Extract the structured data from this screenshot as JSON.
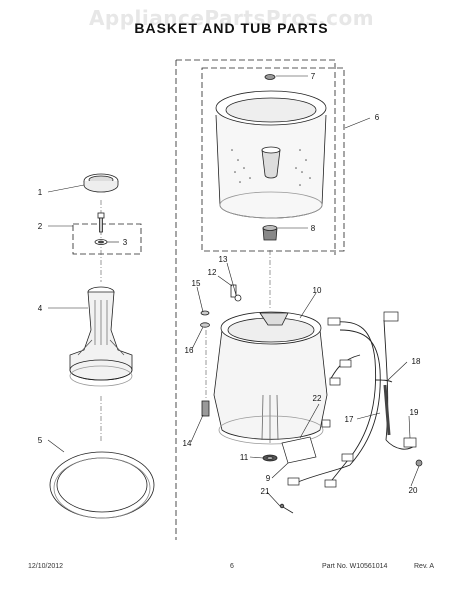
{
  "watermark": "AppliancePartsPros.com",
  "title": "BASKET AND TUB PARTS",
  "footer": {
    "date": "12/10/2012",
    "page": "6",
    "part_no": "Part No. W10561014",
    "rev": "Rev. A"
  },
  "callouts": [
    "1",
    "2",
    "3",
    "4",
    "5",
    "6",
    "7",
    "8",
    "9",
    "10",
    "11",
    "12",
    "13",
    "14",
    "15",
    "16",
    "17",
    "18",
    "19",
    "20",
    "21",
    "22"
  ]
}
